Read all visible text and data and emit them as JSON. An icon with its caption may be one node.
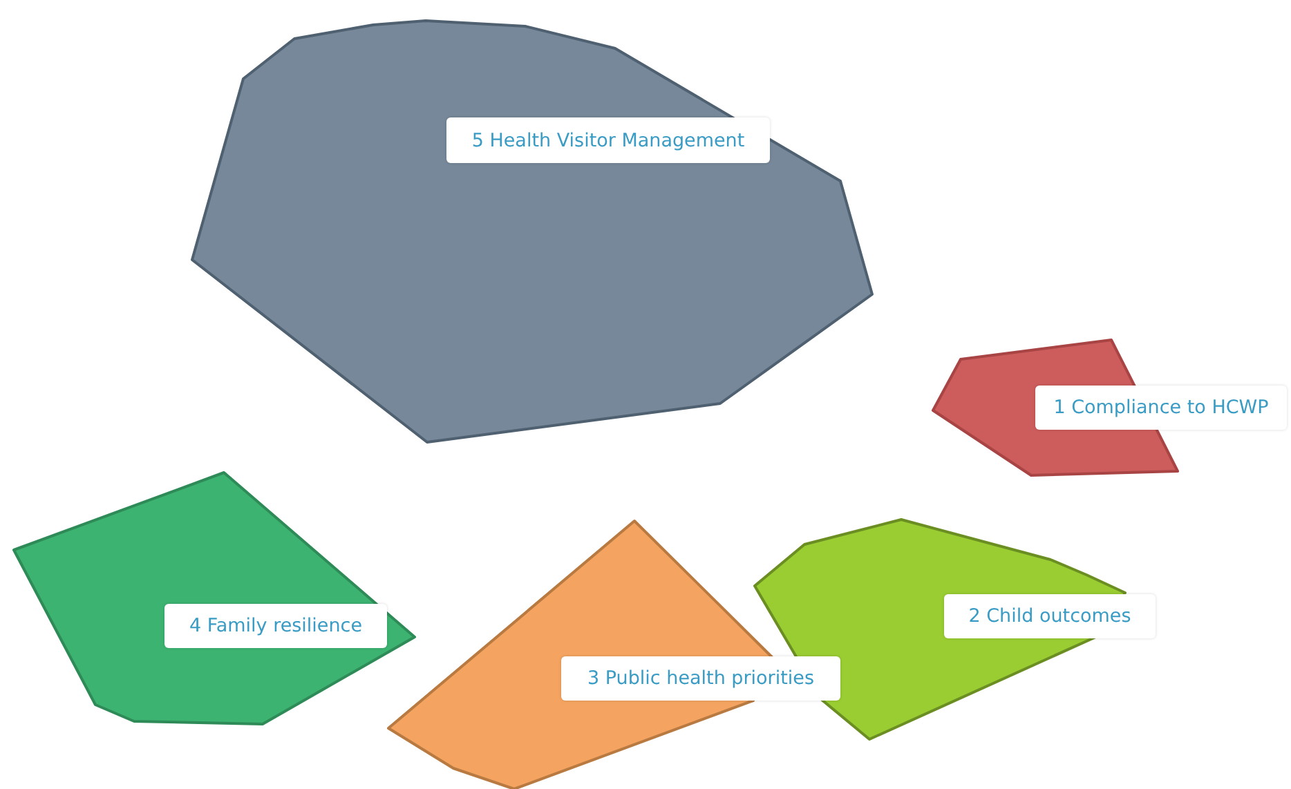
{
  "diagram": {
    "nodes": [
      {
        "text": [
          "5 Health Visitor Management"
        ]
      },
      {
        "text": [
          "1 Compliance to HCWP"
        ]
      },
      {
        "text": [
          "4 Family resilience"
        ]
      },
      {
        "text": [
          "3 Public health priorities"
        ]
      },
      {
        "text": [
          "2 Child outcomes"
        ]
      }
    ]
  }
}
